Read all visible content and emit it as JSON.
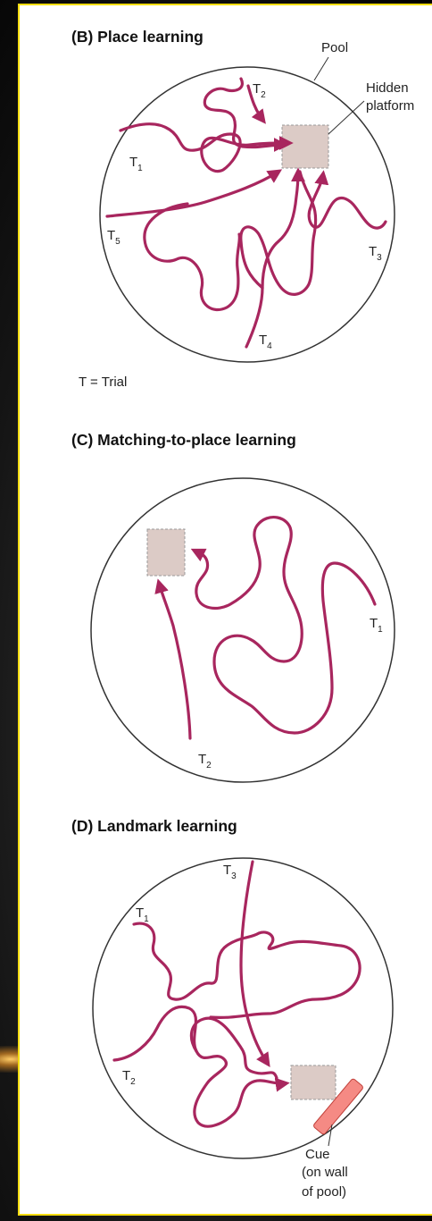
{
  "panel_b": {
    "title": "(B) Place learning",
    "pool_label": "Pool",
    "platform_label_1": "Hidden",
    "platform_label_2": "platform",
    "trials": [
      {
        "t": "T",
        "n": "1"
      },
      {
        "t": "T",
        "n": "2"
      },
      {
        "t": "T",
        "n": "3"
      },
      {
        "t": "T",
        "n": "4"
      },
      {
        "t": "T",
        "n": "5"
      }
    ],
    "legend": "T = Trial"
  },
  "panel_c": {
    "title": "(C) Matching-to-place learning",
    "trials": [
      {
        "t": "T",
        "n": "1"
      },
      {
        "t": "T",
        "n": "2"
      }
    ]
  },
  "panel_d": {
    "title": "(D) Landmark learning",
    "trials": [
      {
        "t": "T",
        "n": "1"
      },
      {
        "t": "T",
        "n": "2"
      },
      {
        "t": "T",
        "n": "3"
      }
    ],
    "cue_label_1": "Cue",
    "cue_label_2": "(on wall",
    "cue_label_3": "of pool)"
  },
  "colors": {
    "path": "#a8265e",
    "platform": "#dccbc6",
    "cue": "#f58a84",
    "border": "#f5dd10"
  }
}
